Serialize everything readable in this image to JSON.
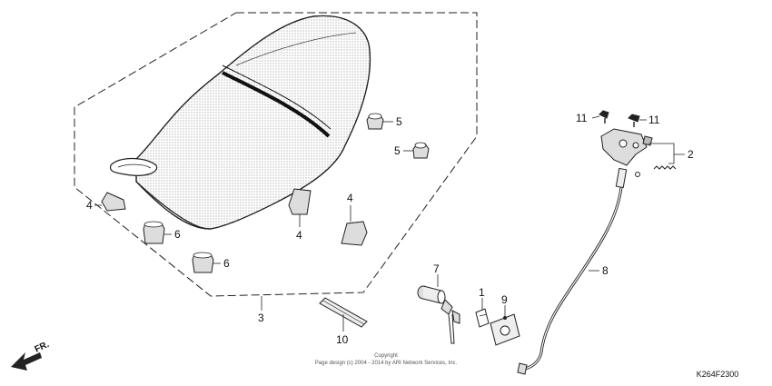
{
  "diagram": {
    "callouts": {
      "seat": "3",
      "cushion_top": "5",
      "cushion_right": "5",
      "hook_left": "4",
      "hook_center": "4",
      "hook_right": "4",
      "rubber_upper": "6",
      "rubber_lower": "6",
      "key_lock": "7",
      "clip": "1",
      "bracket": "9",
      "band": "10",
      "cable": "8",
      "latch_assy": "2",
      "bolt_left": "11",
      "bolt_right": "11"
    },
    "copyright_line1": "Copyright",
    "copyright_line2": "Page design (c) 2004 - 2014 by ARI Network Services, Inc.",
    "figure_code": "K264F2300",
    "front_label": "FR."
  }
}
